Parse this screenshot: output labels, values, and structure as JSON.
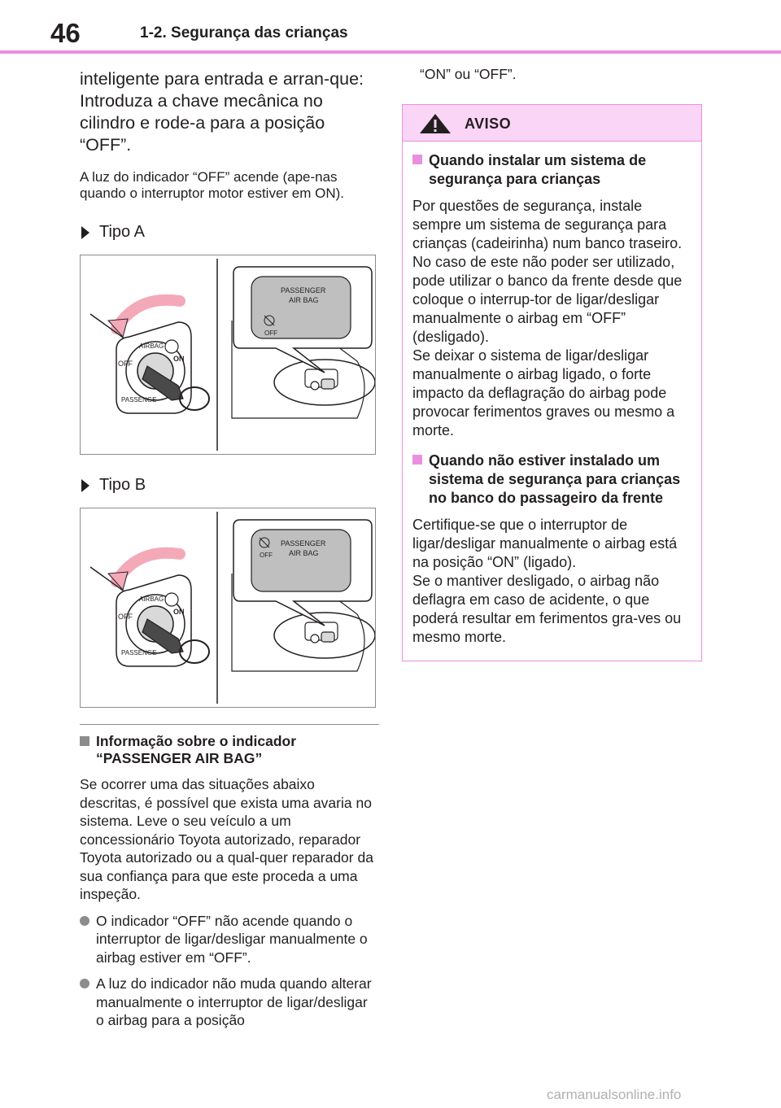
{
  "header": {
    "page_number": "46",
    "section": "1-2. Segurança das crianças"
  },
  "left": {
    "lead": "inteligente para entrada e arran-que: Introduza a chave mecânica no cilindro e rode-a para a posição “OFF”.",
    "note": "A luz do indicador “OFF” acende (ape-nas quando o interruptor motor estiver em ON).",
    "type_a": "Tipo A",
    "type_b": "Tipo B",
    "figure_labels": {
      "passenger": "PASSENGER",
      "air_bag": "AIR BAG",
      "off": "OFF",
      "on": "ON",
      "airbag": "AIRBAG",
      "passenge": "PASSENGE"
    },
    "info_heading": "Informação sobre o indicador “PASSENGER AIR BAG”",
    "info_text": "Se ocorrer uma das situações abaixo descritas, é possível que exista uma avaria no sistema. Leve o seu veículo a um concessionário Toyota autorizado, reparador Toyota autorizado ou a qual-quer reparador da sua confiança para que este proceda a uma inspeção.",
    "bullets": [
      "O indicador “OFF” não acende quando o interruptor de ligar/desligar manualmente o airbag estiver em “OFF”.",
      "A luz do indicador não muda quando alterar manualmente o interruptor de ligar/desligar o airbag para a posição"
    ]
  },
  "right": {
    "continuation": "“ON” ou “OFF”.",
    "warning": {
      "title": "AVISO",
      "heading1": "Quando instalar um sistema de segurança para crianças",
      "text1a": "Por questões de segurança, instale sempre um sistema de segurança para crianças (cadeirinha) num banco traseiro. No caso de este não poder ser utilizado, pode utilizar o banco da frente desde que coloque o interrup-tor de ligar/desligar manualmente o airbag em “OFF” (desligado).",
      "text1b": "Se deixar o sistema de ligar/desligar manualmente o airbag ligado, o forte impacto da deflagração do airbag pode provocar ferimentos graves ou mesmo a morte.",
      "heading2": "Quando não estiver instalado um sistema de segurança para crianças no banco do passageiro da frente",
      "text2a": "Certifique-se que o interruptor de ligar/desligar manualmente o airbag está na posição “ON” (ligado).",
      "text2b": "Se o mantiver desligado, o airbag não deflagra em caso de acidente, o que poderá resultar em ferimentos gra-ves ou mesmo morte."
    }
  },
  "watermark": "carmanualsonline.info",
  "colors": {
    "accent_pink": "#e98fe0",
    "warning_fill": "#fbd5f6",
    "bullet_gray": "#8c8c8c",
    "arrow_pink": "#f4a9b8"
  }
}
